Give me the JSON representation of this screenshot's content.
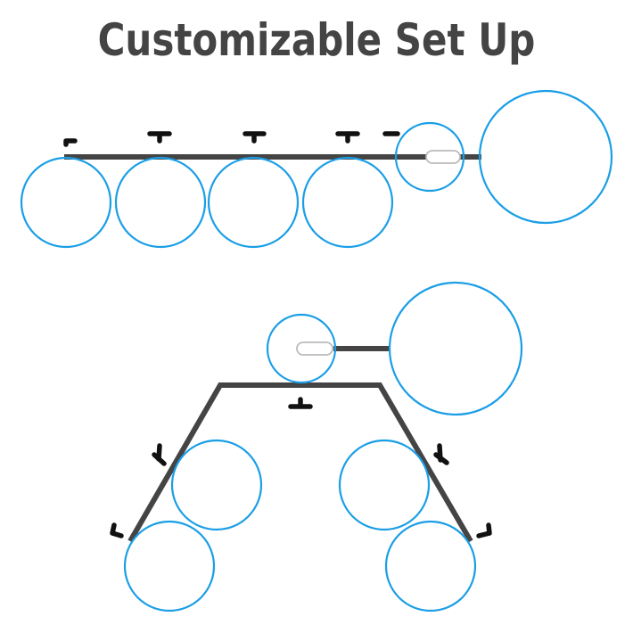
{
  "title": "Customizable Set Up",
  "colors": {
    "title": "#444444",
    "seat_outline": "#1a9ee6",
    "frame": "#444444",
    "bracket": "#111111",
    "handle_outline": "#bbbbbb"
  },
  "icons": [
    "seat-circle",
    "bracket-mark",
    "handle-pill"
  ]
}
